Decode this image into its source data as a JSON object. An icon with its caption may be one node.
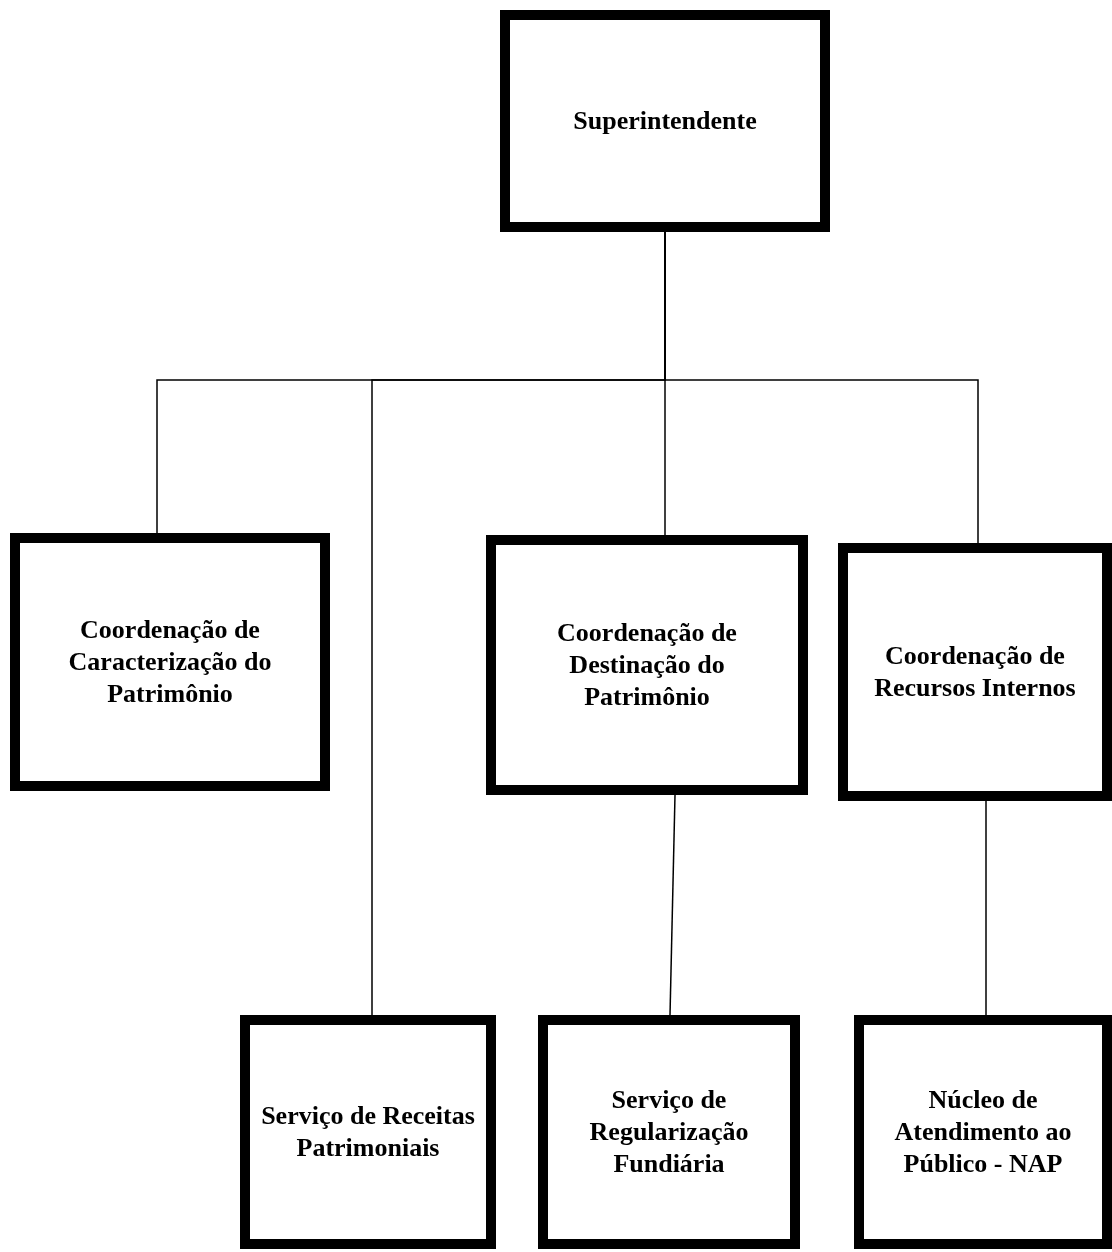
{
  "diagram": {
    "nodes": [
      {
        "text": [
          "Superintendente"
        ]
      },
      {
        "text": [
          "Coordenação de Caracterização do Patrimônio"
        ]
      },
      {
        "text": [
          "Serviço de Receitas Patrimoniais"
        ]
      },
      {
        "text": [
          "Coordenação de Destinação do Patrimônio"
        ]
      },
      {
        "text": [
          "Coordenação de Recursos Internos"
        ]
      },
      {
        "text": [
          "Serviço de Regularização Fundiária"
        ]
      },
      {
        "text": [
          "Núcleo de Atendimento ao Público - NAP"
        ]
      }
    ],
    "edges": [
      {
        "from": 0,
        "to": 1,
        "arrow": "none"
      },
      {
        "from": 0,
        "to": 2,
        "arrow": "none"
      },
      {
        "from": 0,
        "to": 3,
        "arrow": "none"
      },
      {
        "from": 0,
        "to": 4,
        "arrow": "none"
      },
      {
        "from": 3,
        "to": 5,
        "arrow": "none"
      },
      {
        "from": 4,
        "to": 6,
        "arrow": "none"
      }
    ]
  }
}
